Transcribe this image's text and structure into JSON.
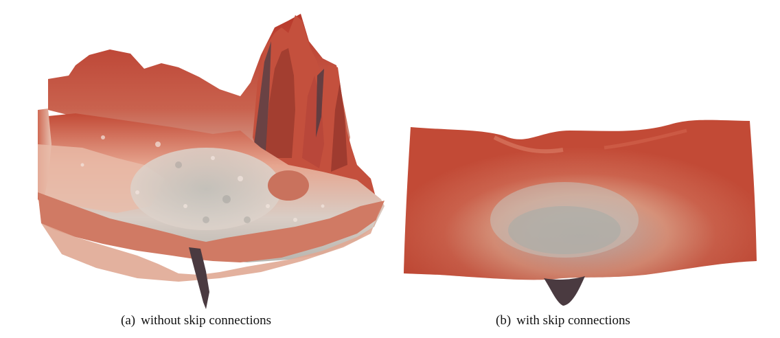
{
  "figure": {
    "panels": [
      {
        "tag": "(a)",
        "caption": "without skip connections"
      },
      {
        "tag": "(b)",
        "caption": "with skip connections"
      }
    ],
    "colors": {
      "surface_high": "#c0402e",
      "surface_mid": "#e2a58e",
      "surface_low": "#b9b5ad",
      "shadow": "#4a3a40",
      "background": "#ffffff"
    }
  }
}
